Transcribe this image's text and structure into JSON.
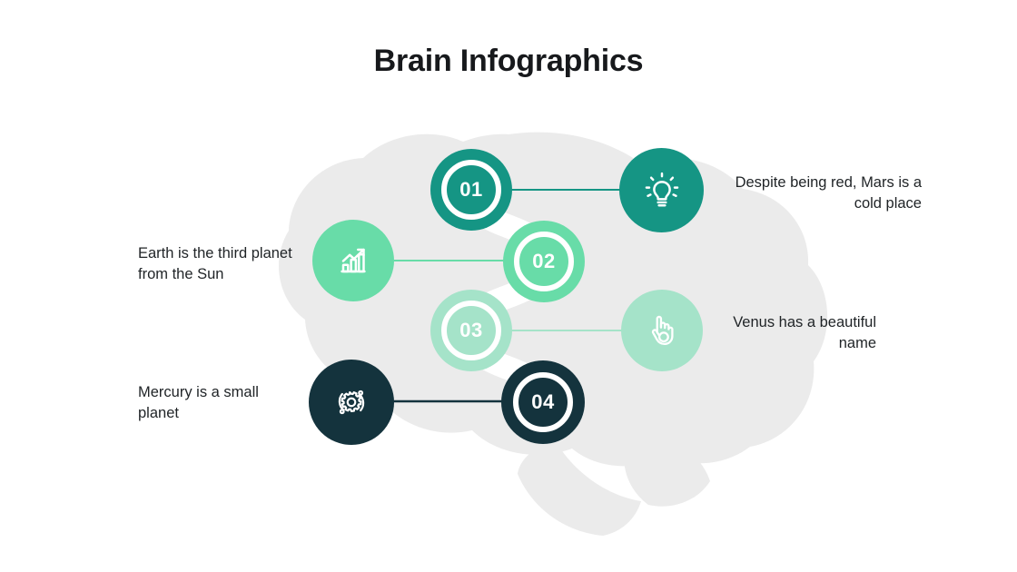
{
  "slide": {
    "title": "Brain Infographics",
    "background_color": "#ffffff",
    "brain_color": "#ebebeb"
  },
  "palette": {
    "teal": "#159584",
    "green": "#68dca8",
    "mint": "#a5e3c9",
    "navy": "#14333d",
    "text": "#1f2326",
    "white": "#ffffff"
  },
  "rows": [
    {
      "number": "01",
      "label": "Despite being red, Mars is a cold place",
      "label_side": "right",
      "icon": "lightbulb-icon",
      "color": "#159584"
    },
    {
      "number": "02",
      "label": "Earth is the third planet from the Sun",
      "label_side": "left",
      "icon": "bar-chart-growth-icon",
      "color": "#68dca8"
    },
    {
      "number": "03",
      "label": "Venus has a beautiful name",
      "label_side": "right",
      "icon": "ok-hand-icon",
      "color": "#a5e3c9"
    },
    {
      "number": "04",
      "label": "Mercury is a small planet",
      "label_side": "left",
      "icon": "gear-orbit-icon",
      "color": "#14333d"
    }
  ]
}
